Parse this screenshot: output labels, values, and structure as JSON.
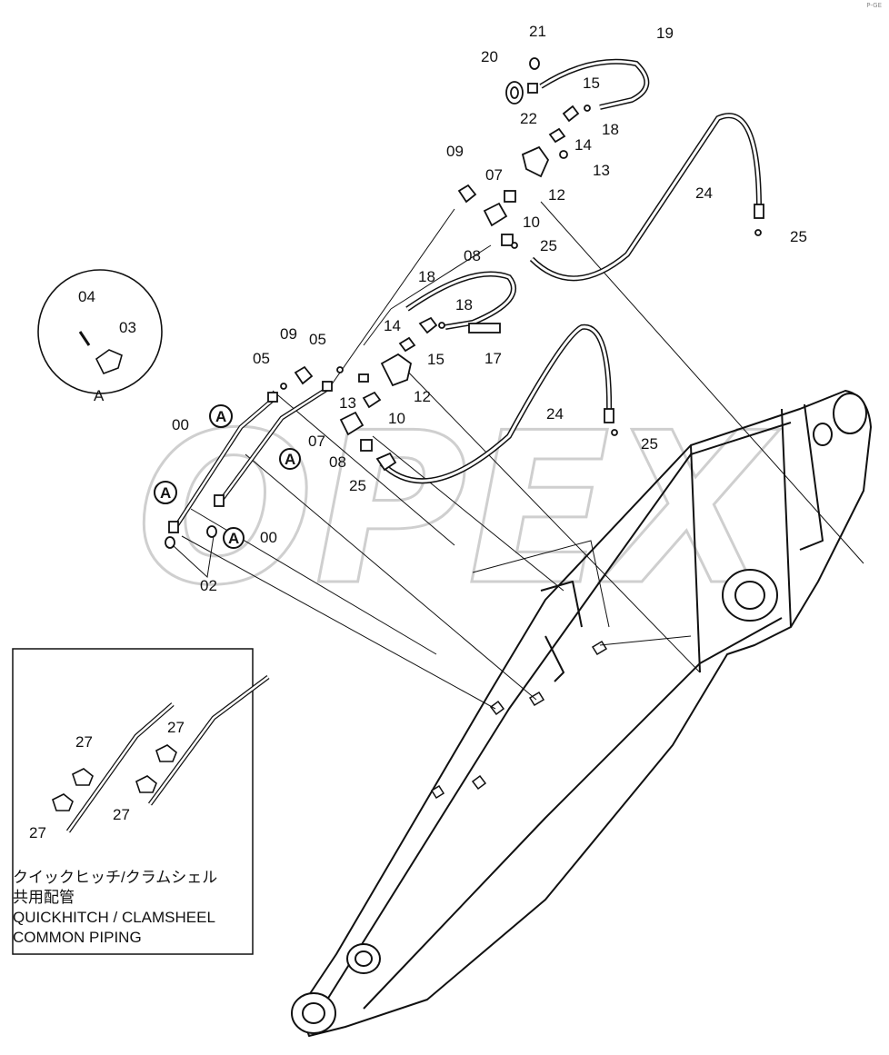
{
  "watermark": "OPEX",
  "corner_mark": "P-GE",
  "detail": {
    "label": "A",
    "parts": [
      "04",
      "03"
    ]
  },
  "callout_marker": "A",
  "labels": {
    "p19": "19",
    "p21": "21",
    "p20": "20",
    "p22": "22",
    "p15a": "15",
    "p18a": "18",
    "p14a": "14",
    "p13a": "13",
    "p12a": "12",
    "p09a": "09",
    "p07a": "07",
    "p10a": "10",
    "p24a": "24",
    "p25a": "25",
    "p08a": "08",
    "p25b": "25",
    "p18b": "18",
    "p18c": "18",
    "p14b": "14",
    "p15b": "15",
    "p17": "17",
    "p09b": "09",
    "p05a": "05",
    "p05b": "05",
    "p13b": "13",
    "p12b": "12",
    "p10b": "10",
    "p24b": "24",
    "p25c": "25",
    "p07b": "07",
    "p08b": "08",
    "p25d": "25",
    "p00a": "00",
    "p00b": "00",
    "p02": "02",
    "p27a": "27",
    "p27b": "27",
    "p27c": "27",
    "p27d": "27"
  },
  "note": {
    "line1": "クイックヒッチ/クラムシェル",
    "line2": "共用配管",
    "line3": "QUICKHITCH / CLAMSHEEL",
    "line4": "COMMON  PIPING"
  }
}
